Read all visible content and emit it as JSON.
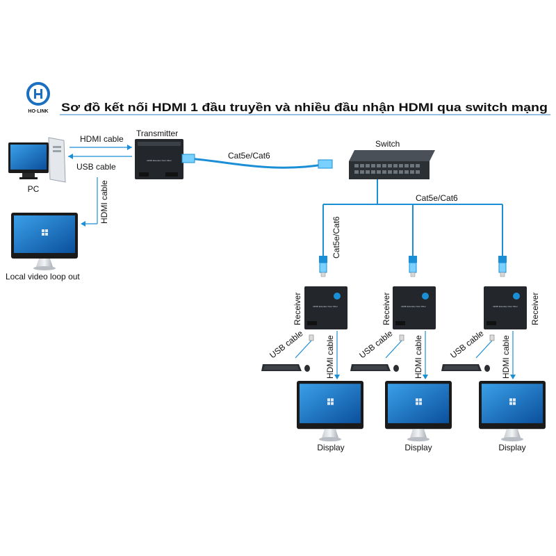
{
  "logo": {
    "text": "HO·LINK"
  },
  "title": "Sơ đồ kết nối HDMI 1 đầu truyền và nhiều đầu nhận HDMI qua switch mạng",
  "labels": {
    "pc": "PC",
    "hdmi_cable_pc": "HDMI cable",
    "usb_cable_pc": "USB cable",
    "transmitter": "Transmitter",
    "hdmi_cable_loop": "HDMI cable",
    "loop_out": "Local video loop out",
    "cat_tx": "Cat5e/Cat6",
    "switch": "Switch",
    "cat_main": "Cat5e/Cat6",
    "cat_vertical": "Cat5e/Cat6"
  },
  "device_text": "HDMI Extender Over Fiber",
  "receivers": [
    {
      "receiver_label": "Receiver",
      "usb_label": "USB cable",
      "hdmi_label": "HDMI cable",
      "display_label": "Display"
    },
    {
      "receiver_label": "Receiver",
      "usb_label": "USB cable",
      "hdmi_label": "HDMI cable",
      "display_label": "Display"
    },
    {
      "receiver_label": "Receiver",
      "usb_label": "USB cable",
      "hdmi_label": "HDMI cable",
      "display_label": "Display"
    }
  ],
  "colors": {
    "cable": "#1b8fd6",
    "title_rule": "#2b7fc6",
    "screen": "#1463b4",
    "device": "#23272c"
  }
}
